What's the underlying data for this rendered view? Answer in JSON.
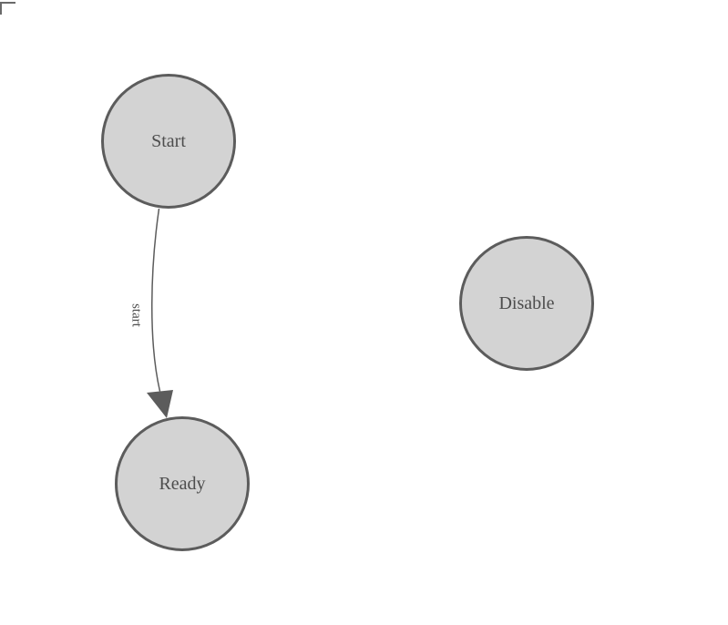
{
  "diagram": {
    "type": "state-machine-diagram",
    "background_color": "#ffffff",
    "nodes": [
      {
        "id": "start",
        "label": "Start",
        "shape": "circle"
      },
      {
        "id": "ready",
        "label": "Ready",
        "shape": "circle"
      },
      {
        "id": "disable",
        "label": "Disable",
        "shape": "circle"
      }
    ],
    "edges": [
      {
        "from": "start",
        "to": "ready",
        "label": "start",
        "arrowhead": "filled-triangle"
      }
    ],
    "colors": {
      "node_fill": "#d3d3d3",
      "node_stroke": "#5c5c5c",
      "edge_stroke": "#5c5c5c",
      "arrowhead_fill": "#5c5c5c",
      "label_text": "#4d4d4d",
      "origin_mark": "#6a6a6a"
    }
  }
}
